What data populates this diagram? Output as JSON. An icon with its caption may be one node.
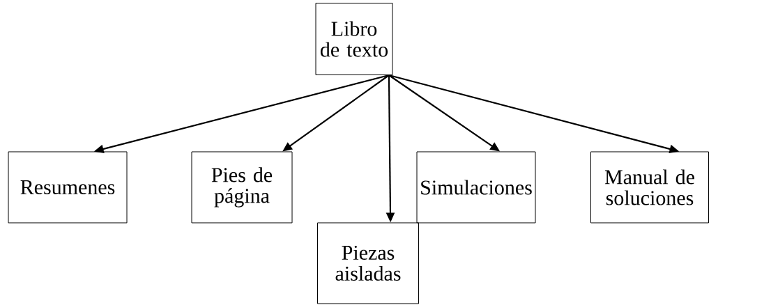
{
  "diagram": {
    "nodes": [
      {
        "text": [
          "Libro de texto"
        ]
      },
      {
        "text": [
          "Resumenes"
        ]
      },
      {
        "text": [
          "Pies de página"
        ]
      },
      {
        "text": [
          "Simulaciones"
        ]
      },
      {
        "text": [
          "Manual de soluciones"
        ]
      },
      {
        "text": [
          "Piezas aisladas"
        ]
      }
    ],
    "edges": [
      {
        "from": 0,
        "to": 1,
        "arrow": "to"
      },
      {
        "from": 0,
        "to": 2,
        "arrow": "to"
      },
      {
        "from": 0,
        "to": 5,
        "arrow": "to"
      },
      {
        "from": 0,
        "to": 3,
        "arrow": "to"
      },
      {
        "from": 0,
        "to": 4,
        "arrow": "to"
      }
    ]
  }
}
